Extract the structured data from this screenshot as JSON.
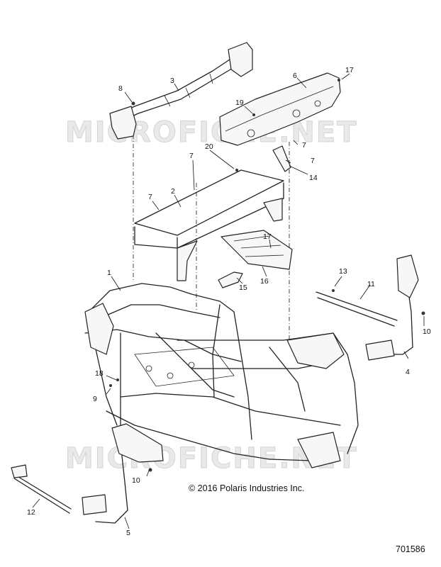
{
  "watermark": "MICROFICHE.NET",
  "copyright": "© 2016 Polaris Industries Inc.",
  "diagram_number": "701586",
  "callouts": {
    "c1": "1",
    "c2": "2",
    "c3": "3",
    "c4": "4",
    "c5": "5",
    "c6": "6",
    "c7a": "7",
    "c7b": "7",
    "c7c": "7",
    "c7d": "7",
    "c8": "8",
    "c9": "9",
    "c10a": "10",
    "c10b": "10",
    "c11": "11",
    "c12": "12",
    "c13": "13",
    "c14": "14",
    "c15": "15",
    "c16": "16",
    "c17a": "17",
    "c17b": "17",
    "c18": "18",
    "c19": "19",
    "c20": "20"
  }
}
